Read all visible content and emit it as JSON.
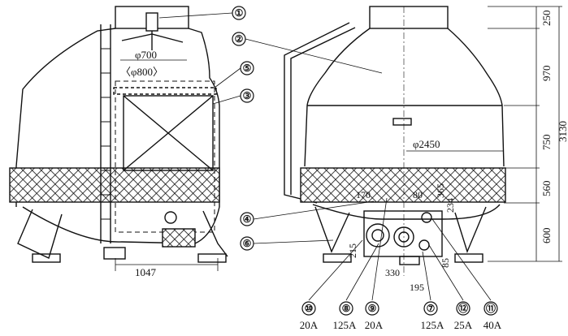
{
  "callouts": {
    "c1": "①",
    "c2": "②",
    "c3": "③",
    "c4": "④",
    "c5": "⑤",
    "c6": "⑥",
    "c7": "⑦",
    "c8": "⑧",
    "c9": "⑨",
    "c10": "⑩",
    "c11": "⑪",
    "c12": "⑫"
  },
  "left_view": {
    "fan_dia": "φ700",
    "fan_ring_dia": "〈φ800〉",
    "width_1047": "1047"
  },
  "right_view": {
    "dia_2450": "φ2450",
    "d_170": "170",
    "d_80": "80",
    "d_215": "215",
    "d_330": "330",
    "d_195": "195",
    "d_234": "234",
    "d_85": "85",
    "d_365": "365"
  },
  "heights": {
    "h250": "250",
    "h970": "970",
    "h750": "750",
    "h560": "560",
    "h600": "600",
    "total": "3130"
  },
  "pipe_sizes": {
    "s10": "20A",
    "s8": "125A",
    "s9": "20A",
    "s7": "125A",
    "s12": "25A",
    "s11": "40A"
  }
}
